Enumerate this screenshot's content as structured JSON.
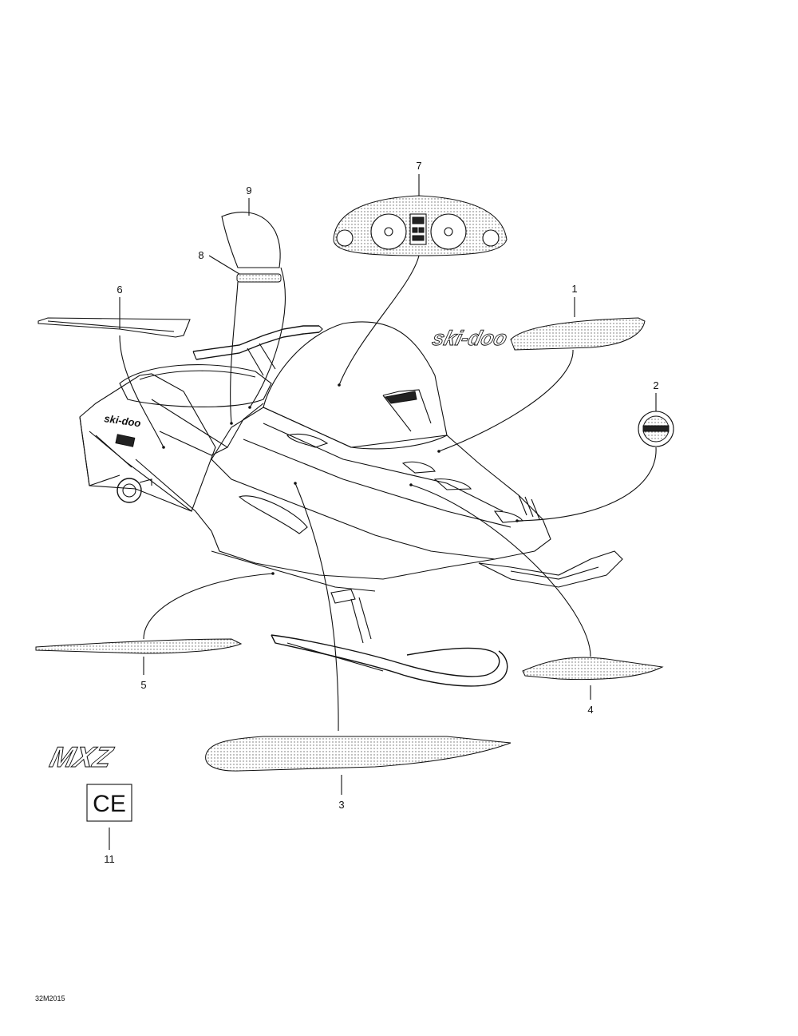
{
  "diagram": {
    "reference_code": "32M2015",
    "callouts": [
      {
        "id": "1",
        "label": "1"
      },
      {
        "id": "2",
        "label": "2"
      },
      {
        "id": "3",
        "label": "3"
      },
      {
        "id": "4",
        "label": "4"
      },
      {
        "id": "5",
        "label": "5"
      },
      {
        "id": "6",
        "label": "6"
      },
      {
        "id": "7",
        "label": "7"
      },
      {
        "id": "8",
        "label": "8"
      },
      {
        "id": "9",
        "label": "9"
      },
      {
        "id": "11",
        "label": "11"
      }
    ],
    "decals": {
      "brand_logo": "ski-doo",
      "hood_logo": "ski-doo",
      "model_logo": "MXZ",
      "ce_mark": "CE"
    }
  }
}
